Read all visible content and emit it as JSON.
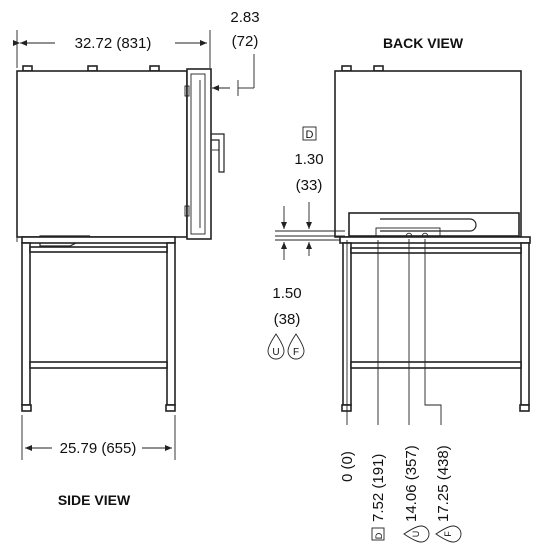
{
  "views": {
    "side_title": "SIDE VIEW",
    "back_title": "BACK VIEW"
  },
  "dimensions": {
    "width_side": "32.72 (831)",
    "door_depth_in": "2.83",
    "door_depth_mm": "(72)",
    "drain_height_in": "1.30",
    "drain_height_mm": "(33)",
    "drain_marker": "D",
    "water_height_in": "1.50",
    "water_height_mm": "(38)",
    "leg_span": "25.79 (655)",
    "pos_0": "0 (0)",
    "pos_d": "7.52 (191)",
    "pos_u": "14.06 (357)",
    "pos_f": "17.25 (438)"
  },
  "symbols": {
    "drain": "D",
    "water_u": "U",
    "water_f": "F"
  }
}
